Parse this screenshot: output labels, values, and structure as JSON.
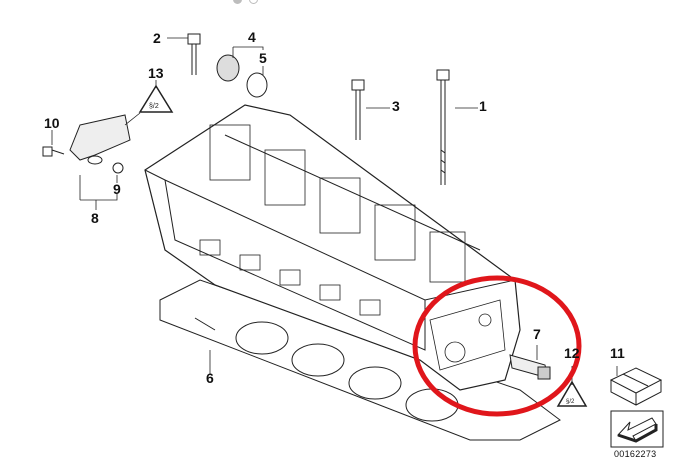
{
  "diagram": {
    "callouts": {
      "c1": "1",
      "c2": "2",
      "c3": "3",
      "c4": "4",
      "c5": "5",
      "c6": "6",
      "c7": "7",
      "c8": "8",
      "c9": "9",
      "c10": "10",
      "c11": "11",
      "c12": "12",
      "c13": "13"
    },
    "diagram_number": "00162273",
    "highlight_color": "#e0161b",
    "line_color": "#222222"
  },
  "carousel": {
    "current_index": 1,
    "total": 2
  }
}
